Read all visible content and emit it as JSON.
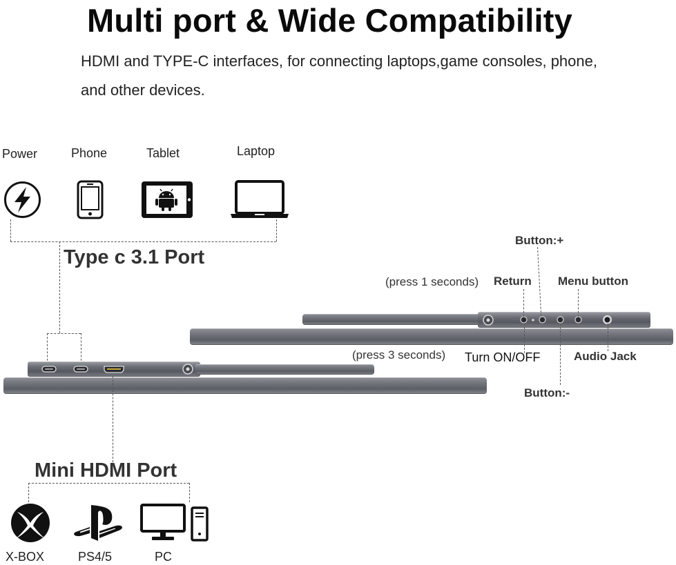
{
  "header": {
    "title": "Multi port & Wide Compatibility",
    "subtitle": "HDMI and TYPE-C interfaces, for connecting laptops,game consoles, phone, and other devices."
  },
  "type_c_devices": [
    {
      "label": "Power",
      "icon": "lightning-bolt-icon"
    },
    {
      "label": "Phone",
      "icon": "smartphone-icon"
    },
    {
      "label": "Tablet",
      "icon": "android-tablet-icon"
    },
    {
      "label": "Laptop",
      "icon": "laptop-icon"
    }
  ],
  "ports": {
    "type_c": "Type c 3.1 Port",
    "mini_hdmi": "Mini HDMI Port"
  },
  "buttons": {
    "plus": "Button:+",
    "return": "Return",
    "return_hint": "(press 1 seconds)",
    "menu": "Menu button",
    "power": "Turn ON/OFF",
    "power_hint": "(press 3 seconds)",
    "audio": "Audio Jack",
    "minus": "Button:-"
  },
  "hdmi_devices": [
    {
      "label": "X-BOX",
      "icon": "xbox-logo-icon"
    },
    {
      "label": "PS4/5",
      "icon": "playstation-logo-icon"
    },
    {
      "label": "PC",
      "icon": "desktop-pc-icon"
    }
  ],
  "colors": {
    "device_body": "#6b6e74",
    "dashed_line": "#555555",
    "label_gray": "#333333"
  }
}
